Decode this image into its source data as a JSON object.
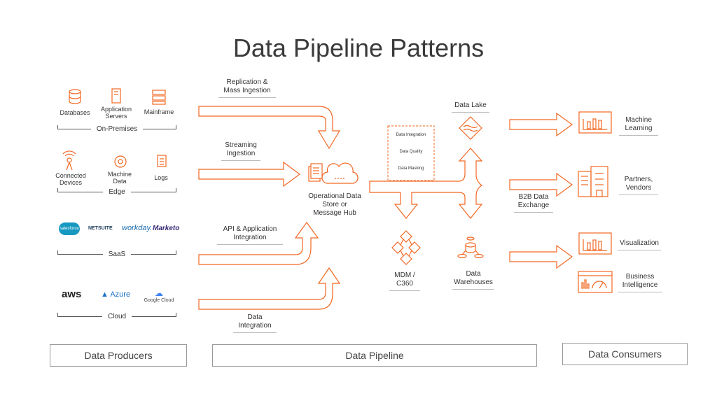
{
  "title": "Data Pipeline Patterns",
  "colors": {
    "accent": "#f26722",
    "text": "#333333",
    "box_border": "#999999"
  },
  "producers": {
    "on_premises": {
      "label": "On-Premises",
      "items": [
        "Databases",
        "Application Servers",
        "Mainframe"
      ]
    },
    "edge": {
      "label": "Edge",
      "items": [
        "Connected Devices",
        "Machine Data",
        "Logs"
      ]
    },
    "saas": {
      "label": "SaaS",
      "brands": [
        "salesforce",
        "NETSUITE",
        "workday.",
        "Marketo"
      ]
    },
    "cloud": {
      "label": "Cloud",
      "brands": [
        "aws",
        "Azure",
        "Google Cloud"
      ]
    }
  },
  "pipeline": {
    "replication": "Replication & Mass Ingestion",
    "streaming": "Streaming Ingestion",
    "api": "API & Application Integration",
    "data_integration": "Data Integration",
    "ods": "Operational Data Store or Message Hub",
    "dq_items": [
      "Data Integration",
      "Data Quality",
      "Data Masking"
    ],
    "data_lake": "Data Lake",
    "mdm": "MDM / C360",
    "warehouses": "Data Warehouses",
    "b2b": "B2B Data Exchange"
  },
  "consumers": [
    "Machine Learning",
    "Partners, Vendors",
    "Visualization",
    "Business Intelligence"
  ],
  "footer": [
    "Data Producers",
    "Data Pipeline",
    "Data Consumers"
  ]
}
